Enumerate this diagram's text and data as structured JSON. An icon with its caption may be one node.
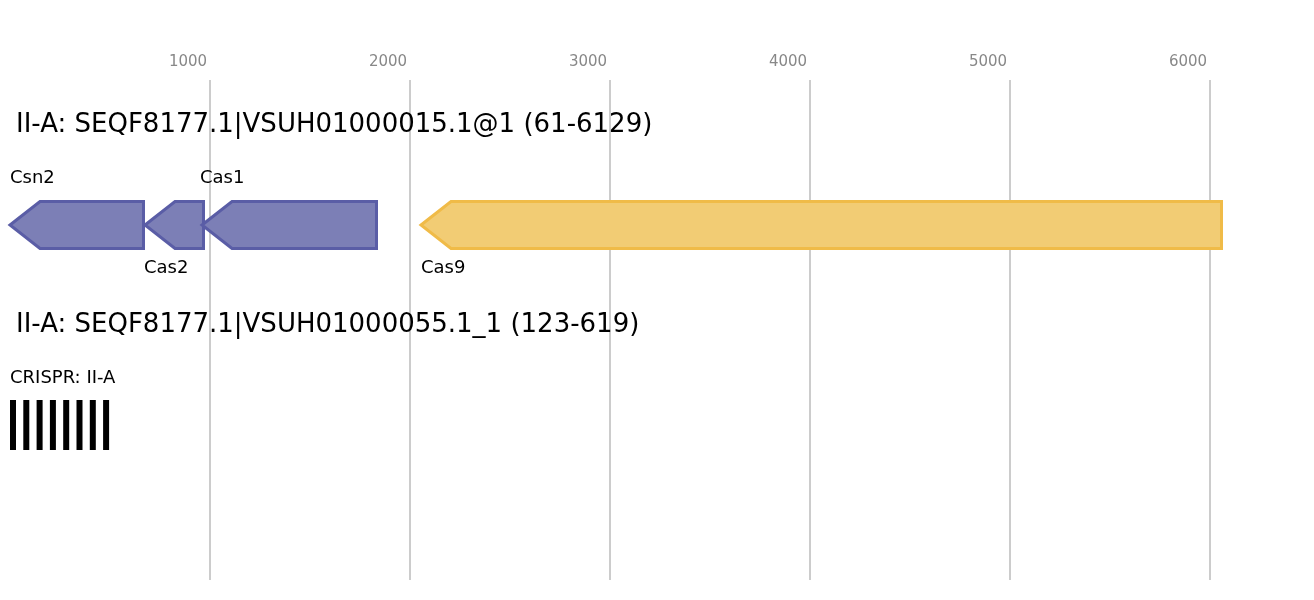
{
  "diagram": {
    "nodes": [
      {
        "text": [
          "Csn2"
        ]
      },
      {
        "text": [
          "Cas2"
        ]
      },
      {
        "text": [
          "Cas1"
        ]
      },
      {
        "text": [
          "Cas9"
        ]
      },
      {
        "text": [
          "CRISPR: II-A"
        ]
      }
    ],
    "labels": [
      "1000",
      "2000",
      "3000",
      "4000",
      "5000",
      "6000",
      "II-A: SEQF8177.1|VSUH01000015.1@1 (61-6129)",
      "II-A: SEQF8177.1|VSUH01000055.1_1 (123-619)"
    ]
  }
}
